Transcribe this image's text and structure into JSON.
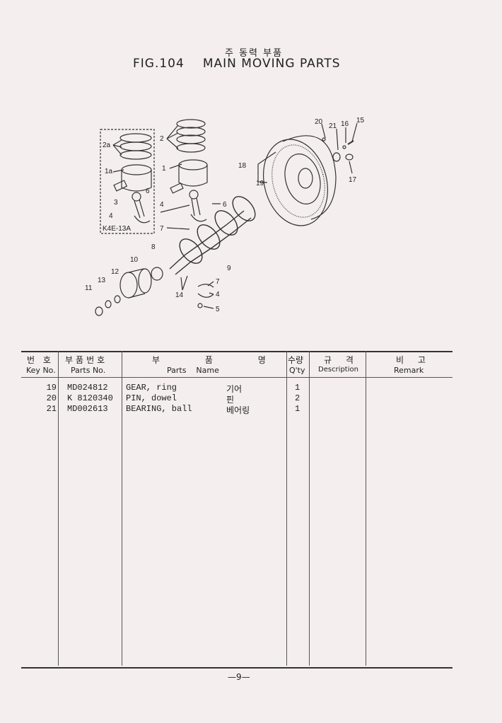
{
  "title": {
    "korean": "주 동력 부품",
    "fig": "FIG.104",
    "name": "MAIN MOVING PARTS"
  },
  "diagram": {
    "inset_label": "K4E-13A",
    "callouts": [
      "2a",
      "1a",
      "3",
      "4",
      "6",
      "2",
      "1",
      "4",
      "6",
      "7",
      "8",
      "10",
      "9",
      "12",
      "13",
      "11",
      "14",
      "7",
      "4",
      "5",
      "20",
      "21",
      "16",
      "15",
      "18",
      "19",
      "17"
    ]
  },
  "table": {
    "headers_ko": [
      "번 호",
      "부품번호",
      "부  품  명",
      "수량",
      "규 격",
      "비 고"
    ],
    "headers_en": [
      "Key No.",
      "Parts No.",
      "Parts    Name",
      "Q'ty",
      "Description",
      "Remark"
    ],
    "rows": [
      {
        "key": "19",
        "part_no": "MD024812",
        "name": "GEAR, ring",
        "name_ko": "기어",
        "qty": "1"
      },
      {
        "key": "20",
        "part_no": "K 8120340",
        "name": "PIN, dowel",
        "name_ko": "핀",
        "qty": "2"
      },
      {
        "key": "21",
        "part_no": "MD002613",
        "name": "BEARING, ball",
        "name_ko": "베어링",
        "qty": "1"
      }
    ]
  },
  "page_number": "—9—"
}
